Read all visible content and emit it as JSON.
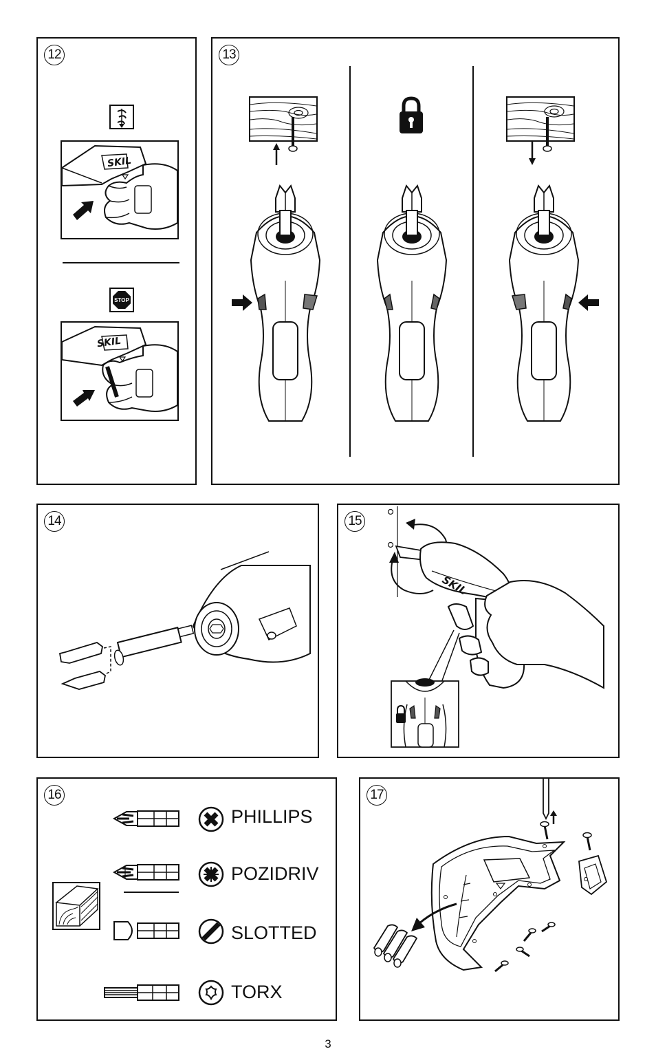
{
  "figures": {
    "f12": {
      "number": "12",
      "brand": "SKIL",
      "stop_label": "STOP"
    },
    "f13": {
      "number": "13"
    },
    "f14": {
      "number": "14"
    },
    "f15": {
      "number": "15",
      "brand": "SKIL"
    },
    "f16": {
      "number": "16",
      "bits": [
        {
          "name": "PHILLIPS",
          "icon": "phillips-icon"
        },
        {
          "name": "POZIDRIV",
          "icon": "pozidriv-icon"
        },
        {
          "name": "SLOTTED",
          "icon": "slotted-icon"
        },
        {
          "name": "TORX",
          "icon": "torx-icon"
        }
      ]
    },
    "f17": {
      "number": "17"
    }
  },
  "page_number": "3"
}
